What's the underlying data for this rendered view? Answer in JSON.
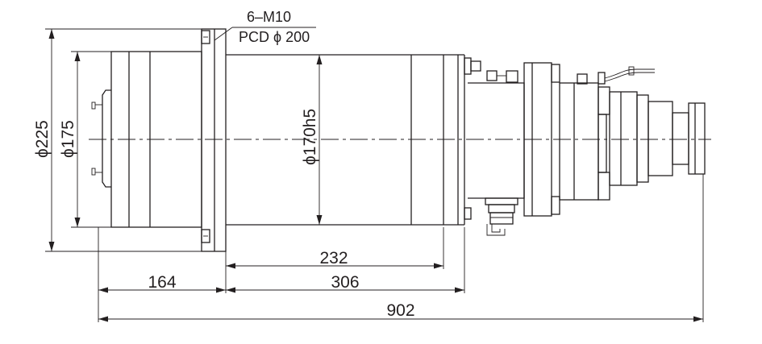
{
  "drawing": {
    "annotations": {
      "thread_spec": "6–M10",
      "pcd_spec": "PCD ϕ 200"
    },
    "dimensions": {
      "flange_diameter": "ϕ225",
      "body_diameter": "ϕ175",
      "spindle_diameter": "ϕ170h5",
      "housing_length": "232",
      "front_length": "164",
      "mid_length": "306",
      "overall_length": "902"
    }
  }
}
